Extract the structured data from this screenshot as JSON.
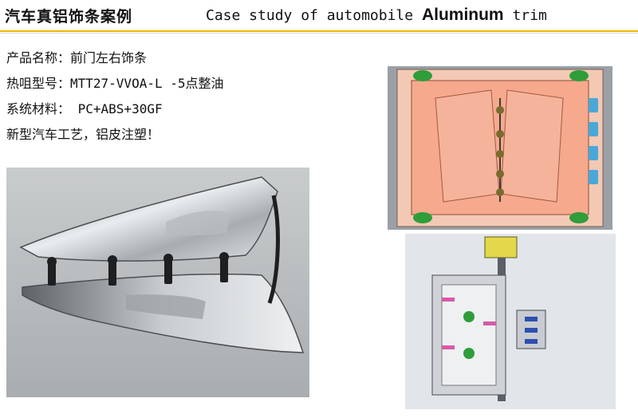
{
  "header": {
    "title_cn": "汽车真铝饰条案例",
    "title_en_prefix": "Case study of automobile ",
    "title_en_highlight": "Aluminum",
    "title_en_suffix": " trim"
  },
  "info": {
    "lines": [
      "产品名称：前门左右饰条",
      "热咀型号：MTT27-VVOA-L  -5点整油",
      "系统材料： PC+ABS+30GF",
      "新型汽车工艺，铝皮注塑！"
    ]
  },
  "images": {
    "photo_icon": "aluminum-trim-photo",
    "mold_top_icon": "mold-cavity-render",
    "mold_bottom_icon": "hot-runner-assembly-render"
  },
  "colors": {
    "accent_rule": "#f0b400",
    "mold_cavity": "#f6a98c",
    "green_marker": "#2e9d3a",
    "blue_cooling": "#4aa8d8"
  }
}
